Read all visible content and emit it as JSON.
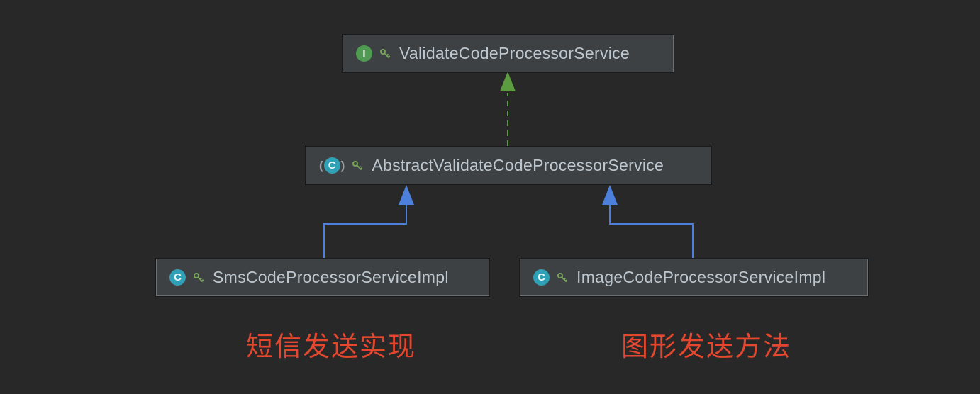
{
  "diagram": {
    "nodes": {
      "interface": {
        "label": "ValidateCodeProcessorService",
        "icon_letter": "I"
      },
      "abstract": {
        "label": "AbstractValidateCodeProcessorService",
        "icon_letter": "C",
        "paren_left": "(",
        "paren_right": ")"
      },
      "sms": {
        "label": "SmsCodeProcessorServiceImpl",
        "icon_letter": "C"
      },
      "image": {
        "label": "ImageCodeProcessorServiceImpl",
        "icon_letter": "C"
      }
    },
    "annotations": {
      "sms": "短信发送实现",
      "image": "图形发送方法"
    },
    "colors": {
      "background": "#282828",
      "node_fill": "#3e4144",
      "node_border": "#6b6f71",
      "node_text": "#bdc7cf",
      "interface_icon": "#4e9b51",
      "class_icon": "#2fa0b5",
      "key_icon": "#7ba75c",
      "implements_edge": "#5b9c40",
      "extends_edge": "#4c80db",
      "annotation_text": "#e5472e"
    }
  }
}
